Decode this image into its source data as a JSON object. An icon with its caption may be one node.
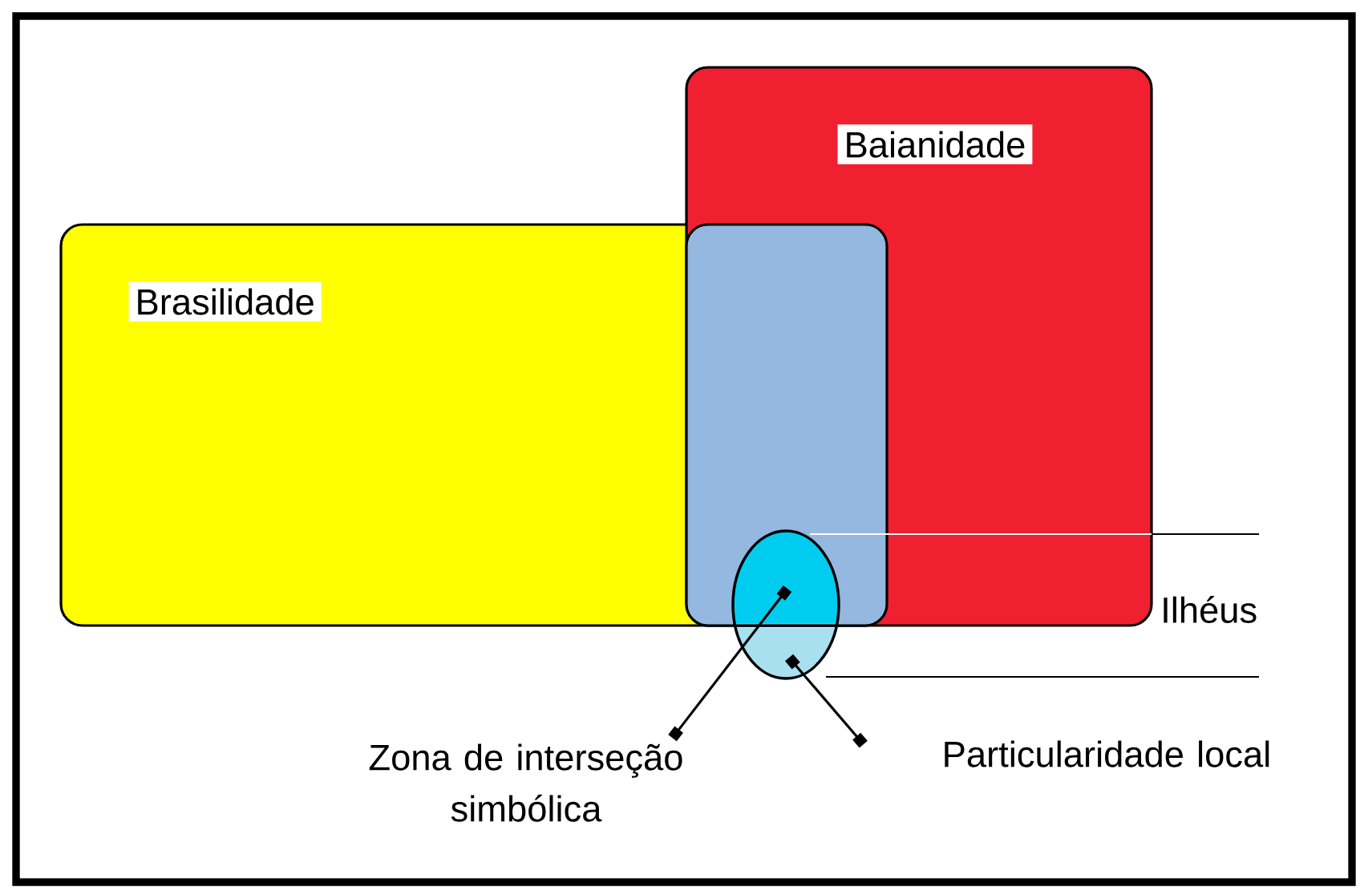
{
  "diagram": {
    "nodes": [
      {
        "text": [
          "Brasilidade"
        ]
      },
      {
        "text": [
          "Baianidade"
        ]
      },
      {
        "text": [],
        "shape": "circle"
      },
      {
        "text": [
          "Zona de interseção simbólica"
        ]
      },
      {
        "text": [
          "Particularidade local"
        ]
      }
    ],
    "edges": [
      {
        "from": 3,
        "to": 2,
        "arrow": "other"
      },
      {
        "from": 4,
        "to": 2,
        "arrow": "other"
      }
    ],
    "labels": [
      "Ilhéus"
    ]
  }
}
